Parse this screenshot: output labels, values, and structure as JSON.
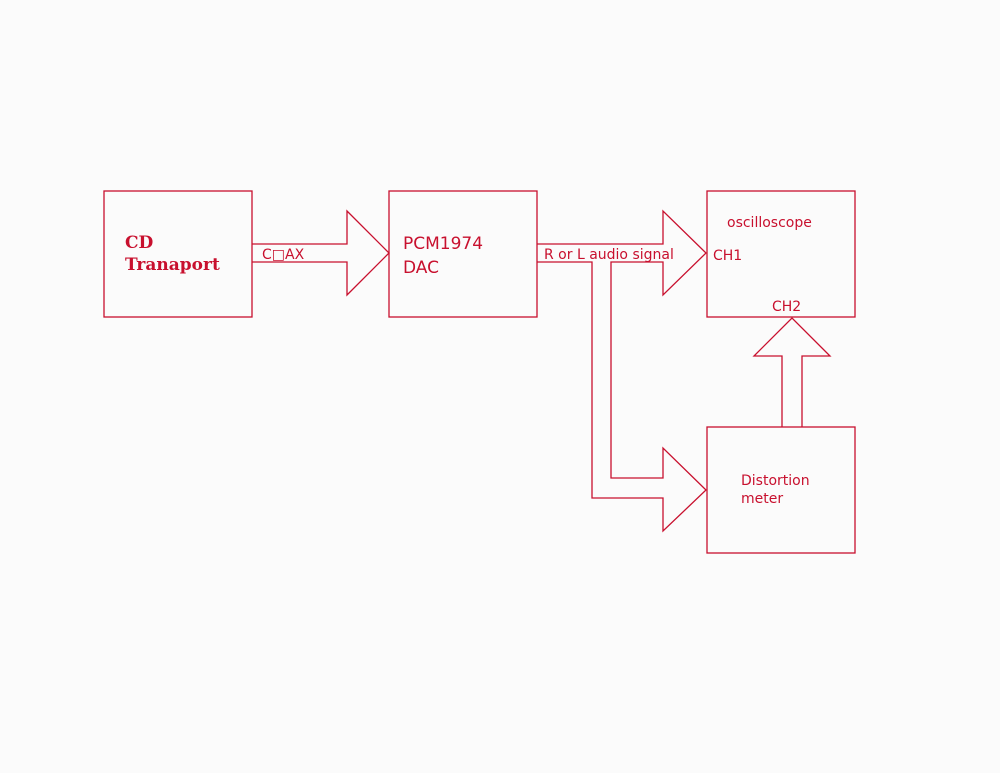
{
  "blocks": {
    "cd_transport": {
      "line1": "CD",
      "line2": "Tranaport"
    },
    "dac": {
      "line1": "PCM1974",
      "line2": "DAC"
    },
    "oscilloscope": {
      "title": "oscilloscope",
      "ch1": "CH1",
      "ch2": "CH2"
    },
    "distortion_meter": {
      "line1": "Distortion",
      "line2": "meter"
    }
  },
  "connections": {
    "coax": "C□AX",
    "audio_signal": "R or L audio signal"
  },
  "colors": {
    "line": "#c8102e",
    "background": "#fbfbfb"
  }
}
